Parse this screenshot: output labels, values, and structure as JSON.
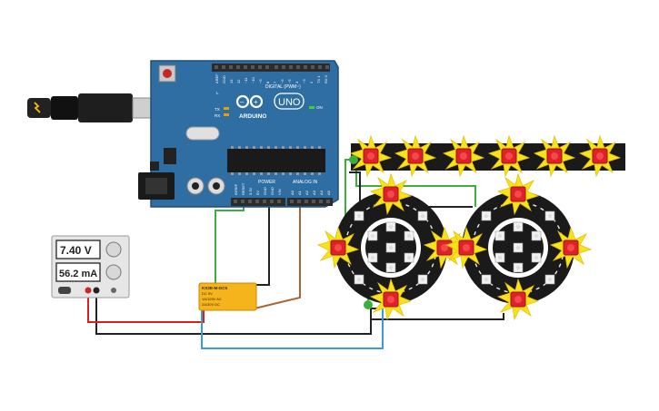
{
  "arduino": {
    "brand": "ARDUINO",
    "model": "UNO",
    "digital_label": "DIGITAL (PWM~)",
    "power_label": "POWER",
    "analog_label": "ANALOG IN",
    "on_label": "ON",
    "tx_label": "TX",
    "rx_label": "RX",
    "l_label": "L",
    "power_pins": [
      "IOREF",
      "RESET",
      "3.3V",
      "5V",
      "GND",
      "GND",
      "VIN"
    ],
    "analog_pins": [
      "A0",
      "A1",
      "A2",
      "A3",
      "A4",
      "A5"
    ],
    "digital_pins": [
      "AREF",
      "GND",
      "13",
      "12",
      "~11",
      "~10",
      "~9",
      "8",
      "7",
      "~6",
      "~5",
      "4",
      "~3",
      "2",
      "TX 1",
      "RX 0"
    ]
  },
  "power_supply": {
    "voltage": "7.40 V",
    "current": "56.2 mA"
  },
  "relay": {
    "model": "KS2E-M-DC5",
    "lines": [
      "DC 5V",
      "1A/125V AC",
      "2A/30V DC"
    ]
  },
  "colors": {
    "board": "#2f6ea3",
    "led_red": "#e0212b",
    "glow": "#f7e31b",
    "wire_green": "#3dae3d",
    "wire_red": "#d62020",
    "wire_black": "#222222",
    "wire_blue": "#3a9ad9",
    "wire_brown": "#a8643a",
    "relay": "#f5b41c"
  },
  "icons": [
    "usb-plug-icon",
    "power-jack-icon",
    "reset-button-icon",
    "neopixel-led-icon"
  ]
}
